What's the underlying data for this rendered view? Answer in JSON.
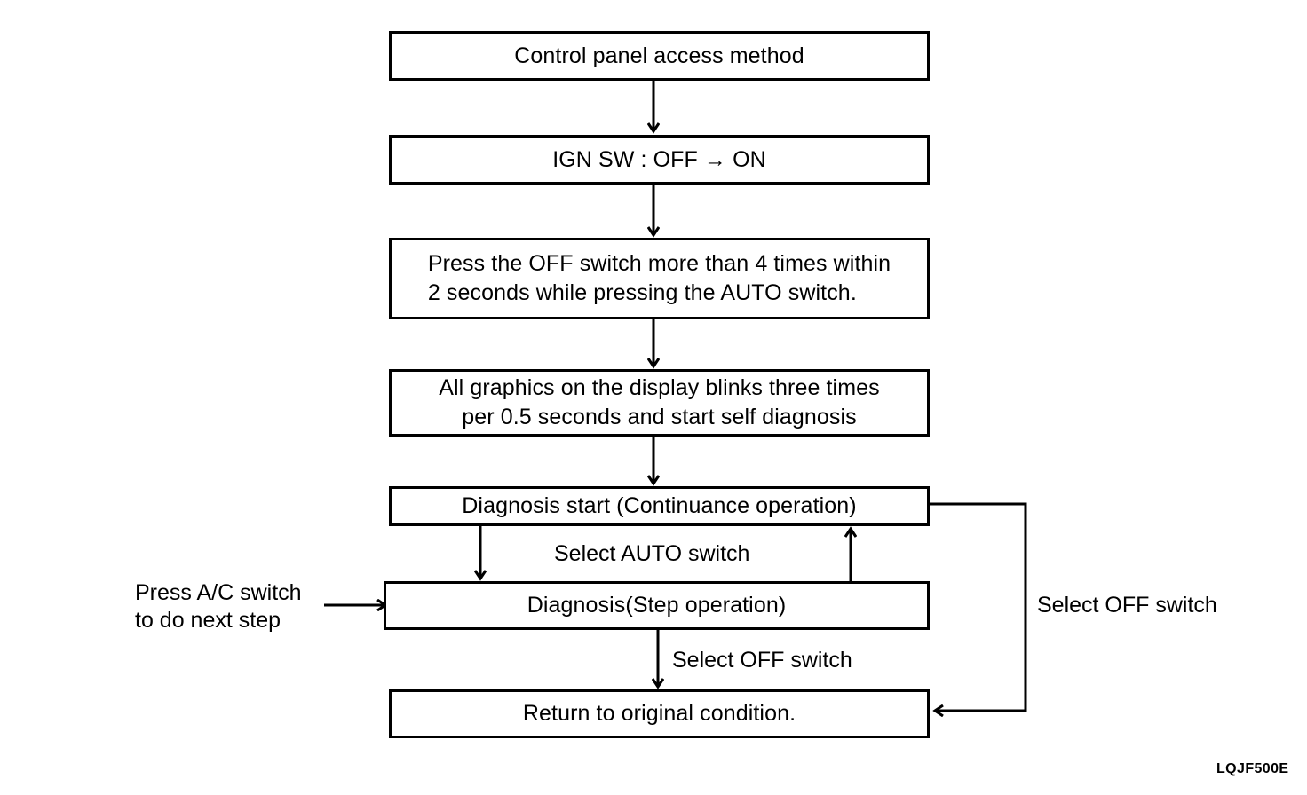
{
  "figure": {
    "caption": "LQJF500E",
    "type": "flowchart",
    "orientation": "top-to-bottom"
  },
  "nodes": [
    {
      "id": "control-panel",
      "label": "Control panel access method"
    },
    {
      "id": "ign-sw",
      "label": "IGN SW : OFF → ON"
    },
    {
      "id": "press-off",
      "label": "Press the OFF switch more than 4 times within\n2 seconds while pressing the AUTO switch."
    },
    {
      "id": "blink",
      "label": "All graphics on the display blinks three times\nper 0.5 seconds and start self diagnosis"
    },
    {
      "id": "diag-start",
      "label": "Diagnosis start (Continuance operation)"
    },
    {
      "id": "diag-step",
      "label": "Diagnosis(Step operation)"
    },
    {
      "id": "return",
      "label": "Return to original condition."
    }
  ],
  "edge_labels": {
    "select_auto": "Select AUTO switch",
    "select_off_middle": "Select OFF switch",
    "select_off_right": "Select OFF switch"
  },
  "annotations": {
    "press_ac": "Press A/C switch\nto do next step"
  },
  "colors": {
    "stroke": "#000000",
    "background": "#ffffff",
    "text": "#000000"
  }
}
